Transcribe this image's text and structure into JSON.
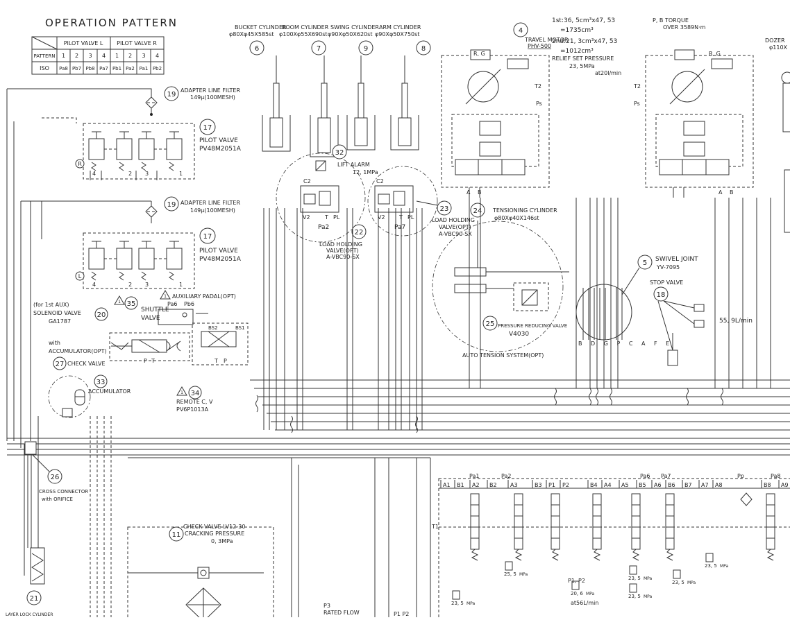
{
  "operation_pattern": {
    "title": "OPERATION PATTERN",
    "col_group_l": "PILOT VALVE L",
    "col_group_r": "PILOT VALVE R",
    "row_pattern": "PATTERN",
    "nums": [
      "1",
      "2",
      "3",
      "4",
      "1",
      "2",
      "3",
      "4"
    ],
    "row_iso": "ISO",
    "iso_values": [
      "Pa8",
      "Pb7",
      "Pb8",
      "Pa7",
      "Pb1",
      "Pa2",
      "Pa1",
      "Pb2"
    ]
  },
  "cylinders": {
    "bucket": {
      "num": "6",
      "label": "BUCKET CYLINDER",
      "spec": "φ80Xφ45X585st"
    },
    "boom": {
      "num": "7",
      "label": "BOOM CYLINDER",
      "spec": "φ100Xφ55X690st"
    },
    "swing": {
      "num": "9",
      "label": "SWING CYLINDER",
      "spec": "φ90Xφ50X620st"
    },
    "arm": {
      "num": "8",
      "label": "ARM CYLINDER",
      "spec": "φ90Xφ50X750st"
    },
    "dozer": {
      "label": "DOZER",
      "spec": "φ110X"
    }
  },
  "travel_motor": {
    "num": "4",
    "label": "TRAVEL MOTOR",
    "model": "PHV-500",
    "spec1": "1st:36, 5cm³x47, 53",
    "eq1": "=1735cm³",
    "spec2": "2nd:21, 3cm³x47, 53",
    "eq2": "=1012cm³",
    "relief": "RELIEF SET PRESSURE",
    "relief_val": "23, 5MPa",
    "relief_flow": "at20l/min",
    "torque": "P, B TORQUE",
    "torque_val": "OVER 3589N·m",
    "ports": {
      "rg": "R, G",
      "t2": "T2",
      "ps": "Ps",
      "a": "A",
      "b": "B"
    }
  },
  "filters": [
    {
      "num": "19",
      "label": "ADAPTER LINE FILTER",
      "spec": "149μ(100MESH)"
    },
    {
      "num": "19",
      "label": "ADAPTER LINE FILTER",
      "spec": "149μ(100MESH)"
    }
  ],
  "pilot_valves": [
    {
      "num": "17",
      "label": "PILOT VALVE",
      "model": "PV48M2051A",
      "side": "R",
      "ports": [
        "4",
        "2",
        "3",
        "1"
      ]
    },
    {
      "num": "17",
      "label": "PILOT VALVE",
      "model": "PV48M2051A",
      "side": "L",
      "ports": [
        "4",
        "2",
        "3",
        "1"
      ]
    }
  ],
  "lift_alarm": {
    "num": "32",
    "label": "LIFT ALARM",
    "val": "12, 1MPa"
  },
  "load_holding": [
    {
      "num": "22",
      "label": "LOAD HOLDING",
      "label2": "VALVE(OPT)",
      "model": "A-VBC90-SX",
      "pa": "Pa2"
    },
    {
      "num": "23",
      "label": "LOAD HOLDING",
      "label2": "VALVE(OPT)",
      "model": "A-VBC90-SX",
      "pa": "Pa7"
    }
  ],
  "lh_ports": {
    "c2": "C2",
    "v2": "V2",
    "t": "T",
    "pl": "PL"
  },
  "tensioning": {
    "num": "24",
    "label": "TENSIONING CYLINDER",
    "spec": "φ80Xφ40X146st"
  },
  "pressure_reducing": {
    "num": "25",
    "label": "PRESSURE REDUCING VALVE",
    "model": "V4030"
  },
  "auto_tension": "AUTO TENSION SYSTEM(OPT)",
  "swivel": {
    "num": "5",
    "label": "SWIVEL JOINT",
    "model": "YV-7095",
    "ports": "B D G P C A F E"
  },
  "stop_valve": {
    "num": "18",
    "label": "STOP VALVE",
    "flow": "55, 9L/min"
  },
  "aux_pedal": {
    "label": "AUXILIARY PADAL(OPT)",
    "pa6": "Pa6",
    "pb6": "Pb6",
    "bs2": "BS2",
    "bs1": "BS1",
    "t": "T",
    "p": "P"
  },
  "shuttle": {
    "num": "35",
    "label": "SHUTTLE",
    "label2": "VALVE"
  },
  "solenoid": {
    "num": "20",
    "note": "(for 1st AUX)",
    "label": "SOLENOID VALVE",
    "model": "GA1787",
    "p": "P",
    "t": "T"
  },
  "accumulator": {
    "num": "33",
    "label": "ACCUMULATOR",
    "note1": "with",
    "note2": "ACCUMULATOR(OPT)"
  },
  "check_valve_27": {
    "num": "27",
    "label": "CHECK VALVE"
  },
  "remote_cv": {
    "num": "34",
    "label": "REMOTE C, V",
    "model": "PV6P1013A"
  },
  "cross_connector": {
    "num": "26",
    "label": "CROSS CONNECTOR",
    "label2": "with ORIFICE"
  },
  "check_valve_11": {
    "num": "11",
    "label": "CHECK VALVE  LV12-30",
    "label2": "CRACKING PRESSURE",
    "val": "0, 3MPa"
  },
  "layer_lock": {
    "num": "21",
    "label": "LAYER LOCK CYLINDER"
  },
  "control_valve": {
    "ports_top": [
      "A1",
      "B1",
      "A2",
      "B2",
      "A3",
      "B3",
      "P1",
      "P2",
      "B4",
      "A4",
      "A5",
      "B5",
      "A6",
      "B6",
      "B7",
      "A7",
      "A8",
      "B8",
      "A9"
    ],
    "pilot_top": [
      "Pa1",
      "Pa2",
      "Pa6",
      "Pa7",
      "Pp",
      "Pa8"
    ],
    "t1": "T1",
    "reliefs": [
      "23, 5",
      "25, 5",
      "20, 6",
      "23, 5",
      "23, 5",
      "23, 5",
      "23, 5"
    ],
    "relief_unit": "MPa",
    "flow_note": "at56L/min",
    "p12": "P1, P2",
    "p3": "P3",
    "rated": "RATED FLOW",
    "p1p2_bottom": "P1  P2"
  }
}
